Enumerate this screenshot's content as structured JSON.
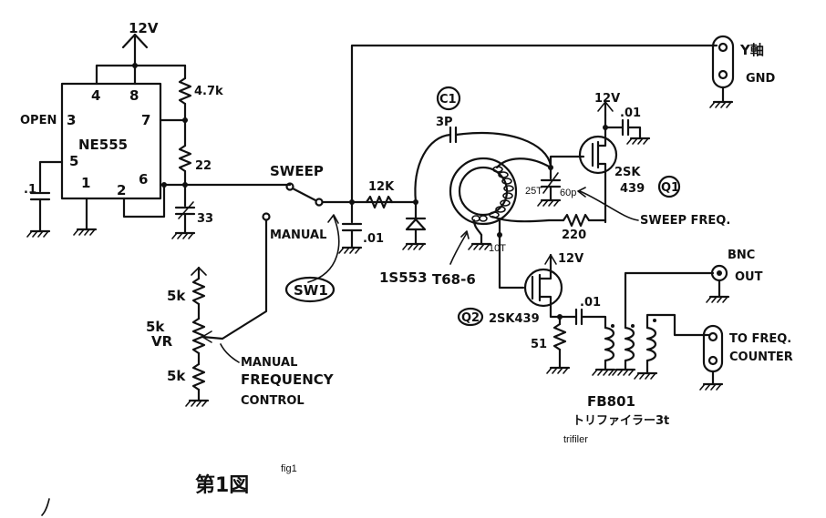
{
  "labels": {
    "vcc_top": "12V",
    "r_47k": "4.7k",
    "open": "OPEN",
    "pin4": "4",
    "pin8": "8",
    "pin3": "3",
    "pin7": "7",
    "pin5": "5",
    "pin1": "1",
    "pin2": "2",
    "pin6": "6",
    "ic_name": "NE555",
    "r_22": "22",
    "c_33": "33",
    "c_pt1": ".1",
    "sweep": "SWEEP",
    "manual": "MANUAL",
    "sw1": "SW1",
    "r_12k": "12K",
    "c_01_left": ".01",
    "diode": "1S553",
    "core": "T68-6",
    "c1": "C1",
    "c_3p": "3P",
    "turns_25t": "25T",
    "turns_10t": "10T",
    "c_60p": "60p",
    "r_220": "220",
    "sweep_freq": "SWEEP FREQ.",
    "q1_vcc": "12V",
    "q1_cap": ".01",
    "q1_part": "2SK",
    "q1_num": "439",
    "q1_label": "Q1",
    "y_axis": "Y軸",
    "gnd": "GND",
    "q2_vcc": "12V",
    "q2_label": "Q2",
    "q2_part": "2SK439",
    "r_51": "51",
    "q2_cap": ".01",
    "bnc": "BNC",
    "out": "OUT",
    "to_freq": "TO FREQ.",
    "counter": "COUNTER",
    "fb801": "FB801",
    "trifilar_jp": "トリファイラー3t",
    "trifiler": "trifiler",
    "r_5k_top": "5k",
    "vr_5k": "5k",
    "vr": "VR",
    "r_5k_bot": "5k",
    "manual_freq_1": "MANUAL",
    "manual_freq_2": "FREQUENCY",
    "manual_freq_3": "CONTROL",
    "fig_title": "第1図",
    "fig_caption": "fig1"
  }
}
